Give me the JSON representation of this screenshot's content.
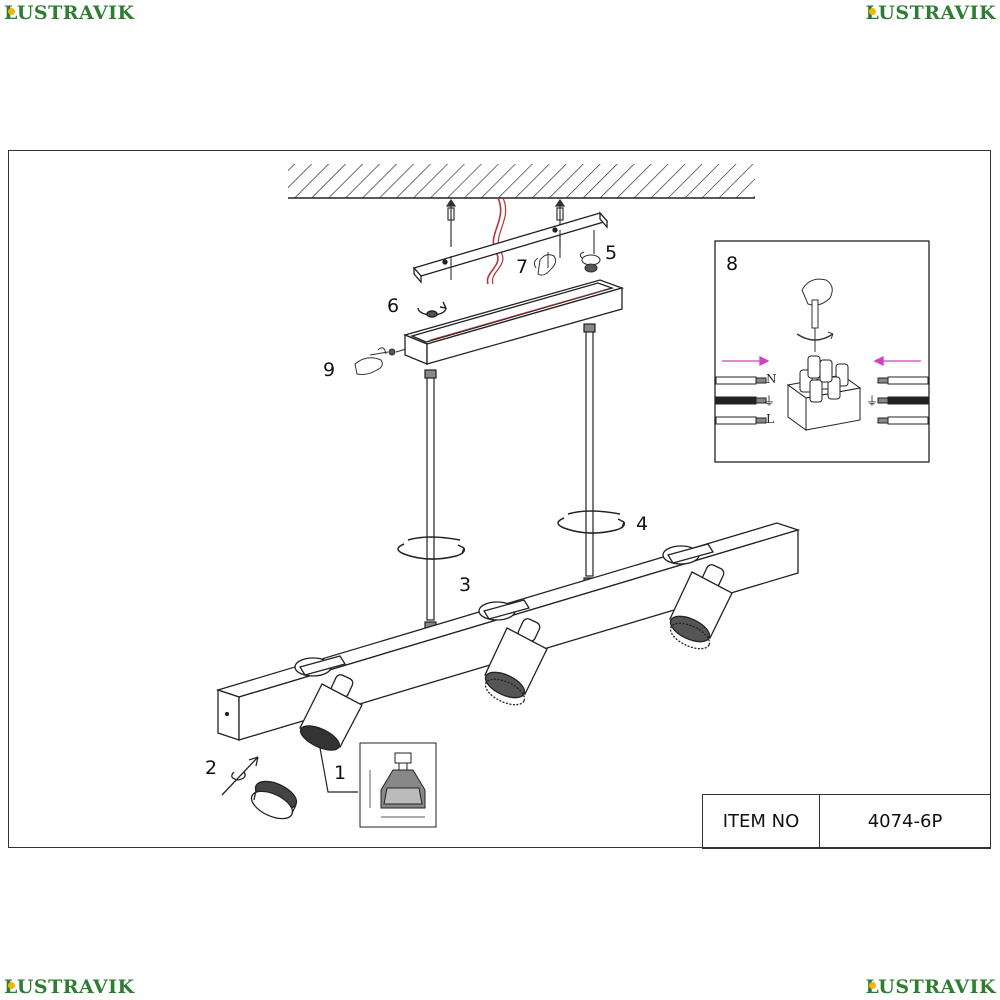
{
  "brand": {
    "name": "LUSTRAVIK",
    "accent_color": "#2e7d32",
    "logo_dot_color": "#f2b705"
  },
  "steps": {
    "s1": "1",
    "s2": "2",
    "s3": "3",
    "s4": "4",
    "s5": "5",
    "s6": "6",
    "s7": "7",
    "s8": "8",
    "s9": "9"
  },
  "wiring": {
    "neutral": "N",
    "live": "L",
    "earth": "⏚"
  },
  "item": {
    "label": "ITEM NO",
    "value": "4074-6P"
  }
}
